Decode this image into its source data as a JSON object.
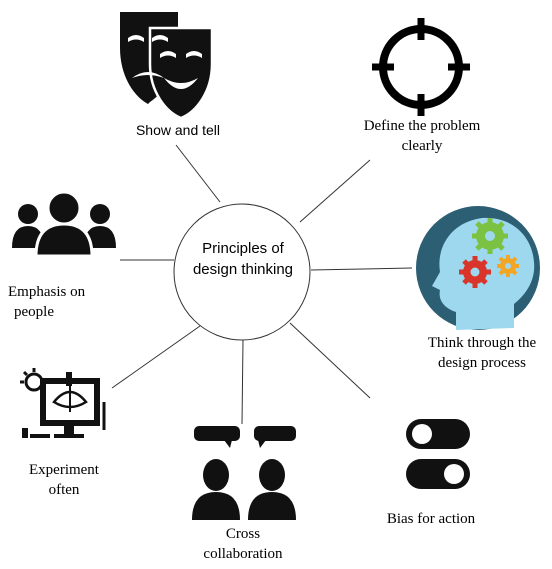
{
  "center": {
    "line1": "Principles of",
    "line2": "design thinking"
  },
  "principles": {
    "show_and_tell": {
      "label": "Show and tell",
      "icon": "theater-masks-icon"
    },
    "define_problem": {
      "line1": "Define the problem",
      "line2": "clearly",
      "icon": "crosshair-icon"
    },
    "think_through": {
      "line1": "Think through the",
      "line2": "design process",
      "icon": "head-gears-icon"
    },
    "bias_for_action": {
      "label": "Bias for action",
      "icon": "toggle-switches-icon"
    },
    "cross_collaboration": {
      "line1": "Cross",
      "line2": "collaboration",
      "icon": "chat-people-icon"
    },
    "experiment_often": {
      "line1": "Experiment",
      "line2": "often",
      "icon": "computer-design-icon"
    },
    "emphasis_on_people": {
      "line1": "Emphasis on",
      "line2": "people",
      "icon": "people-group-icon"
    }
  },
  "colors": {
    "gear_green": "#7cc242",
    "gear_red": "#d9352a",
    "gear_orange": "#f2a623",
    "head_circle": "#2d5f74",
    "head_profile": "#9ed8ef"
  }
}
